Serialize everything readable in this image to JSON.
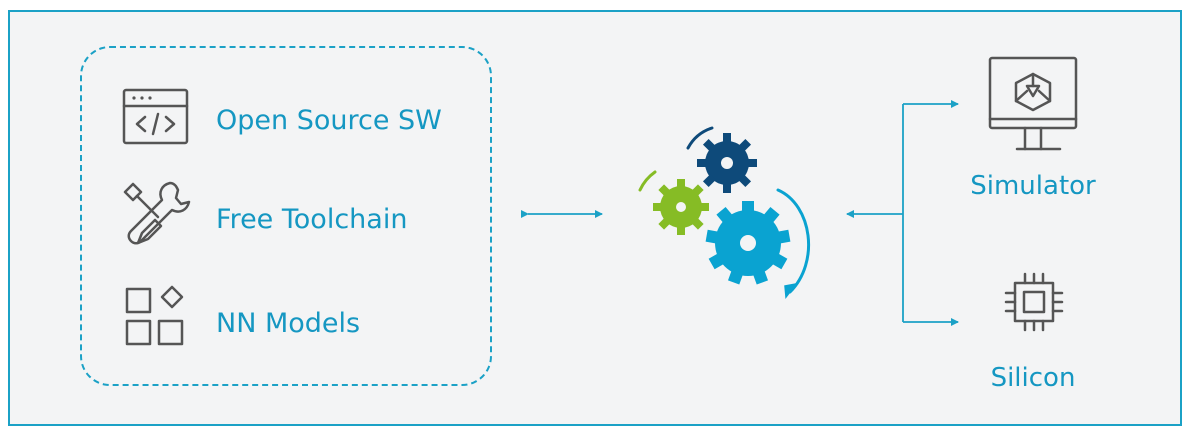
{
  "left_panel": {
    "items": [
      {
        "label": "Open Source SW",
        "icon": "code-window-icon"
      },
      {
        "label": "Free Toolchain",
        "icon": "wrench-screwdriver-icon"
      },
      {
        "label": "NN Models",
        "icon": "model-blocks-icon"
      }
    ]
  },
  "right_panel": {
    "simulator": {
      "label": "Simulator",
      "icon": "monitor-network-icon"
    },
    "silicon": {
      "label": "Silicon",
      "icon": "chip-icon"
    }
  },
  "colors": {
    "accent": "#1ba1c6",
    "background": "#f3f4f5",
    "icon_gray": "#555555",
    "gear_dark_blue": "#0e4a7a",
    "gear_green": "#86bc25",
    "gear_light_blue": "#0aa3d1"
  }
}
